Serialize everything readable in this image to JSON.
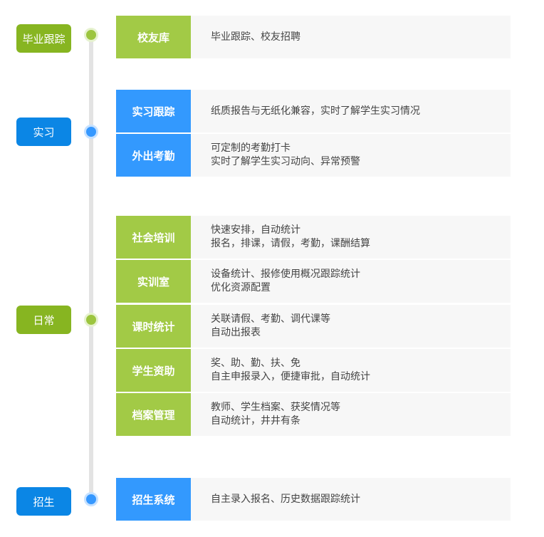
{
  "stages": [
    {
      "label": "毕业跟踪",
      "color": "green"
    },
    {
      "label": "实习",
      "color": "blue"
    },
    {
      "label": "日常",
      "color": "green"
    },
    {
      "label": "招生",
      "color": "blue"
    }
  ],
  "rows": [
    {
      "name": "校友库",
      "lines": [
        "毕业跟踪、校友招聘"
      ]
    },
    {
      "name": "实习跟踪",
      "lines": [
        "纸质报告与无纸化兼容，实时了解学生实习情况"
      ]
    },
    {
      "name": "外出考勤",
      "lines": [
        "可定制的考勤打卡",
        "实时了解学生实习动向、异常预警"
      ]
    },
    {
      "name": "社会培训",
      "lines": [
        "快速安排，自动统计",
        "报名，排课，请假，考勤，课酬结算"
      ]
    },
    {
      "name": "实训室",
      "lines": [
        "设备统计、报修使用概况跟踪统计",
        "优化资源配置"
      ]
    },
    {
      "name": "课时统计",
      "lines": [
        "关联请假、考勤、调代课等",
        "自动出报表"
      ]
    },
    {
      "name": "学生资助",
      "lines": [
        "奖、助、勤、扶、免",
        "自主申报录入，便捷审批，自动统计"
      ]
    },
    {
      "name": "档案管理",
      "lines": [
        "教师、学生档案、获奖情况等",
        "自动统计，井井有条"
      ]
    },
    {
      "name": "招生系统",
      "lines": [
        "自主录入报名、历史数据跟踪统计"
      ]
    }
  ]
}
